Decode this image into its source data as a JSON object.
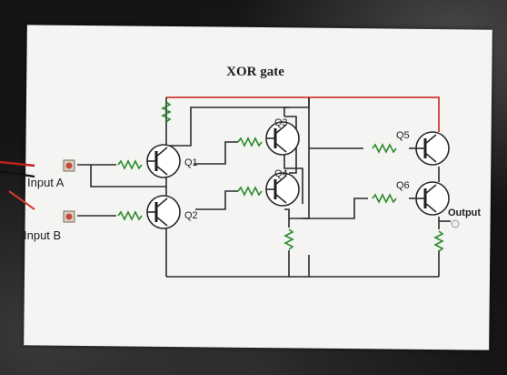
{
  "title": "XOR gate",
  "transistors": [
    {
      "id": "q1",
      "label": "Q1"
    },
    {
      "id": "q2",
      "label": "Q2"
    },
    {
      "id": "q3",
      "label": "Q3"
    },
    {
      "id": "q4",
      "label": "Q4"
    },
    {
      "id": "q5",
      "label": "Q5"
    },
    {
      "id": "q6",
      "label": "Q6"
    }
  ],
  "inputs": [
    {
      "label": "Input A"
    },
    {
      "label": "Input B"
    }
  ],
  "output": {
    "label": "Output"
  },
  "colors": {
    "supply_wire": "#d23a32",
    "resistor": "#2a8a2a",
    "button": "#c24a3a"
  }
}
